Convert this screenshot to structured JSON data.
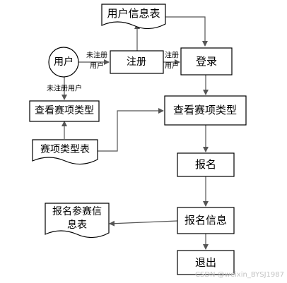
{
  "nodes": {
    "user_info_table": "用户信息表",
    "user": "用户",
    "register": "注册",
    "login": "登录",
    "left_event_types": "查看赛项类型",
    "right_event_types": "查看赛项类型",
    "event_type_table": "赛项类型表",
    "signup": "报名",
    "signup_info": "报名信息",
    "signup_table_line1": "报名参赛信",
    "signup_table_line2": "息表",
    "logout": "退出"
  },
  "edge_labels": {
    "unregistered_1_line1": "未注册",
    "unregistered_1_line2": "用户",
    "registered_line1": "注册",
    "registered_line2": "用户",
    "unregistered_2": "未注册用户"
  },
  "watermark": "CSDN @weixin_BYSJ1987"
}
